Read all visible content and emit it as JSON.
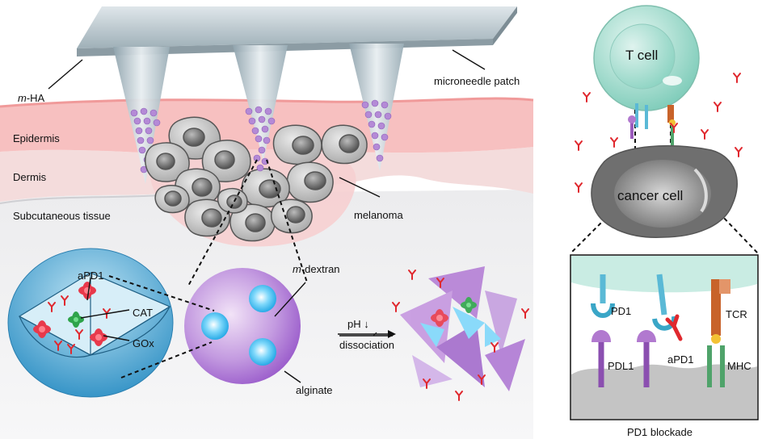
{
  "labels": {
    "m_ha_prefix": "m",
    "m_ha_suffix": "-HA",
    "microneedle_patch": "microneedle patch",
    "epidermis": "Epidermis",
    "dermis": "Dermis",
    "subcutaneous": "Subcutaneous tissue",
    "melanoma": "melanoma",
    "apd1_left": "aPD1",
    "cat": "CAT",
    "gox": "GOx",
    "m_dextran_prefix": "m",
    "m_dextran_suffix": "-dextran",
    "alginate": "alginate",
    "ph_arrow": "pH ↓",
    "dissociation": "dissociation",
    "t_cell": "T cell",
    "cancer_cell": "cancer cell",
    "pd1": "PD1",
    "pdl1": "PDL1",
    "apd1_right": "aPD1",
    "tcr": "TCR",
    "mhc": "MHC",
    "pd1_blockade": "PD1 blockade"
  },
  "colors": {
    "epidermis": "#f6b9b9",
    "dermis": "#f4dada",
    "subcutaneous": "#dcdcde",
    "patch": "#b7c3c9",
    "needle": "#c9d2d8",
    "particle": "#b48ad6",
    "sphere": "#4aa8d8",
    "microgel": "#b57fd6",
    "nanoball": "#39c0f0",
    "tcell": "#a8dfd3",
    "cancer": "#7d7d7d",
    "antibody": "#e0282e",
    "enzyme_red": "#e8394b",
    "enzyme_green": "#2fa44a"
  }
}
